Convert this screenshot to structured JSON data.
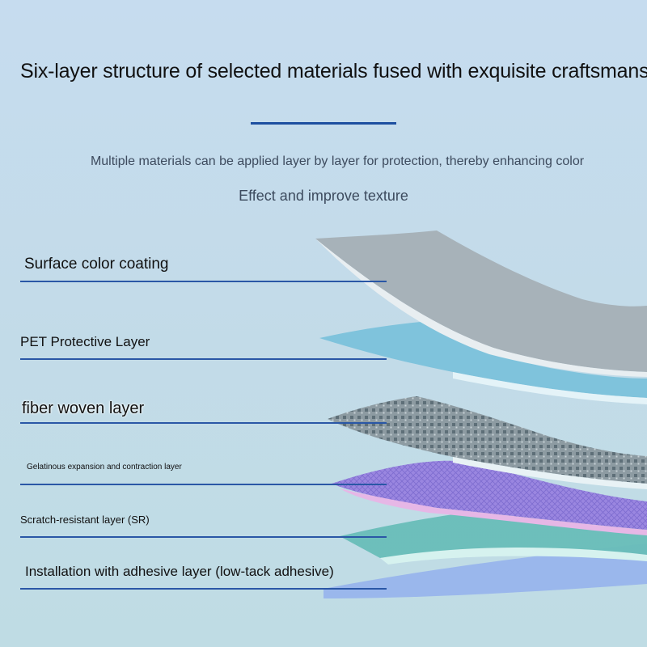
{
  "header": {
    "title": "Six-layer structure of selected materials fused with exquisite craftsmanship",
    "subtitle_line1": "Multiple materials can be applied layer by layer for protection, thereby enhancing color",
    "subtitle_line2": "Effect and improve texture"
  },
  "layers": [
    {
      "label": "Surface color coating",
      "color": "#a7b2b9"
    },
    {
      "label": "PET Protective Layer",
      "color": "#7fc3dc"
    },
    {
      "label": "fiber woven layer",
      "color": "#9aa8ad"
    },
    {
      "label": "Gelatinous expansion and contraction layer",
      "color": "#9a86e0"
    },
    {
      "label": "Scratch-resistant layer (SR)",
      "color": "#68bdb8"
    },
    {
      "label": "Installation with adhesive layer (low-tack adhesive)",
      "color": "#98b4ec"
    }
  ],
  "colors": {
    "accent_rule": "#1d4fa0"
  }
}
